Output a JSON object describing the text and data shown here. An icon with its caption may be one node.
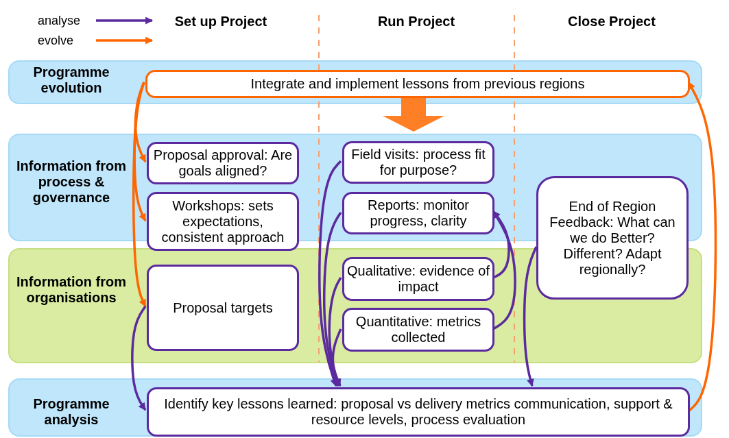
{
  "diagram": {
    "nodes": [
      {
        "text": [
          "Programme evolution"
        ]
      },
      {
        "text": [
          "Integrate and implement lessons from previous regions"
        ],
        "in": 0
      },
      {
        "text": [
          "Information from process & governance"
        ]
      },
      {
        "text": [
          "Proposal approval: Are goals aligned?"
        ],
        "in": 2
      },
      {
        "text": [
          "Workshops: sets expectations, consistent approach"
        ],
        "in": 2
      },
      {
        "text": [
          "Field visits: process fit for purpose?"
        ],
        "in": 2
      },
      {
        "text": [
          "Reports: monitor progress, clarity"
        ],
        "in": 2
      },
      {
        "text": [
          "Information from organisations"
        ]
      },
      {
        "text": [
          "Proposal targets"
        ],
        "in": 7
      },
      {
        "text": [
          "Qualitative: evidence of impact"
        ],
        "in": 7
      },
      {
        "text": [
          "Quantitative: metrics collected"
        ],
        "in": 7
      },
      {
        "text": [
          "End of Region Feedback: What can we do Better? Different? Adapt regionally?"
        ]
      },
      {
        "text": [
          "Programme analysis"
        ]
      },
      {
        "text": [
          "Identify key lessons learned: proposal vs delivery metrics communication, support & resource levels, process evaluation"
        ],
        "in": 12
      }
    ],
    "edges": [
      {
        "from": 1,
        "to": 3,
        "arrow": "to",
        "color": "#ff6600"
      },
      {
        "from": 1,
        "to": 4,
        "arrow": "to",
        "color": "#ff6600"
      },
      {
        "from": 1,
        "to": 8,
        "arrow": "to",
        "color": "#ff6600"
      },
      {
        "from": 8,
        "to": 13,
        "arrow": "to"
      },
      {
        "from": 5,
        "to": 13,
        "arrow": "to"
      },
      {
        "from": 6,
        "to": 13,
        "arrow": "to"
      },
      {
        "from": 9,
        "to": 13,
        "arrow": "to"
      },
      {
        "from": 10,
        "to": 13,
        "arrow": "to"
      },
      {
        "from": 9,
        "to": 6,
        "arrow": "to"
      },
      {
        "from": 10,
        "to": 6,
        "arrow": "to"
      },
      {
        "from": 11,
        "to": 13,
        "arrow": "to"
      },
      {
        "from": 13,
        "to": 1,
        "arrow": "to",
        "color": "#ff6600"
      },
      {
        "from": 1,
        "to": null,
        "arrow": "to",
        "style": "thick",
        "color": "#ff7f27"
      }
    ],
    "labels": [
      "Set up Project",
      "Run Project",
      "Close Project"
    ],
    "legend": [
      {
        "text": "analyse"
      },
      {
        "text": "evolve"
      }
    ]
  }
}
